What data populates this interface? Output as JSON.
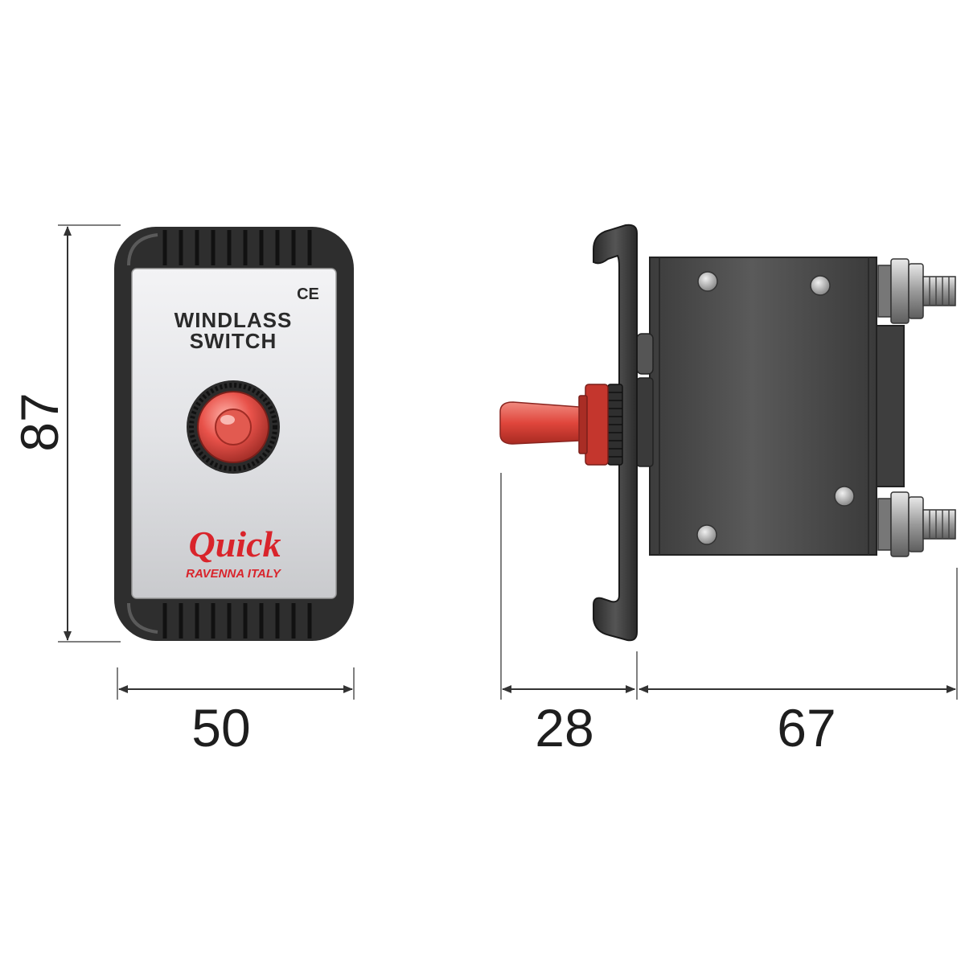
{
  "front_view": {
    "ce_mark": "CE",
    "title_line1": "WINDLASS",
    "title_line2": "SWITCH",
    "brand": "Quick",
    "brand_sub": "RAVENNA ITALY"
  },
  "dimensions": {
    "height": "87",
    "width": "50",
    "front_depth": "28",
    "rear_depth": "67"
  },
  "colors": {
    "housing": "#2e2e2e",
    "plate": "#e6e7ea",
    "button_red": "#e8524a",
    "brand_red": "#d9242b",
    "body_gray": "#4a4a4a"
  }
}
